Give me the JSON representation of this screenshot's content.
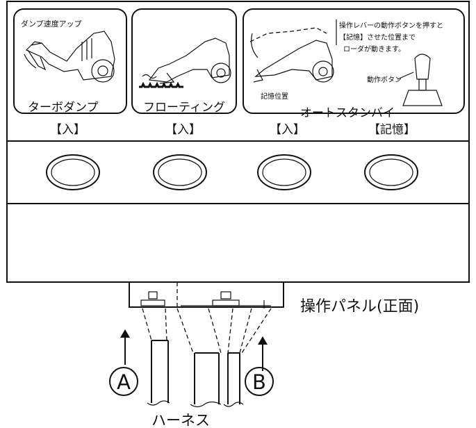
{
  "panel": {
    "title": "操作パネル(正面)",
    "groups": [
      {
        "name": "ターボダンプ",
        "state": "【入】",
        "illustration_label": "ダンプ速度アップ"
      },
      {
        "name": "フローティング",
        "state": "【入】"
      },
      {
        "name": "オートスタンバイ",
        "state": "【入】",
        "state2": "【記憶】",
        "note_lines": [
          "操作レバーの動作ボタンを押すと",
          "【記憶】させた位置まで",
          "ローダが動きます。"
        ],
        "position_label": "記憶位置",
        "button_label": "動作ボタン"
      }
    ]
  },
  "harness": {
    "label": "ハーネス",
    "markers": [
      "A",
      "B"
    ]
  }
}
